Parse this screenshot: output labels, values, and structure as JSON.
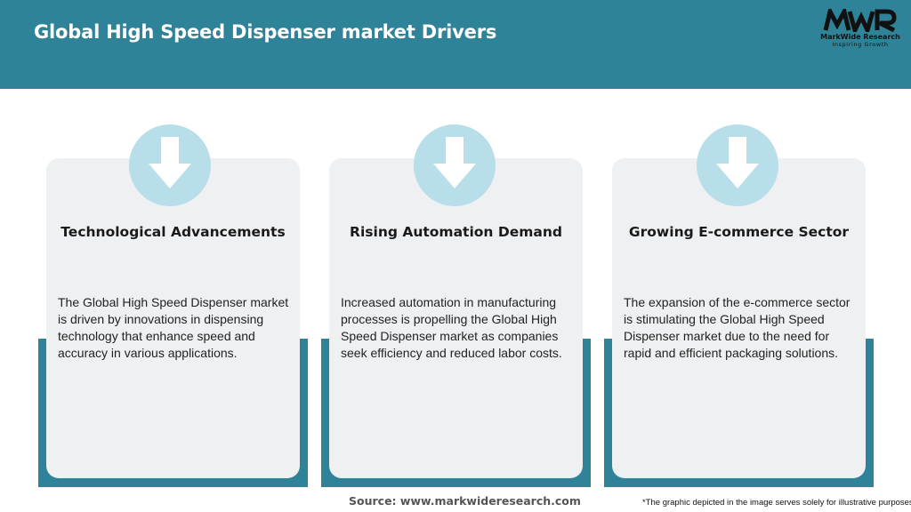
{
  "header": {
    "title": "Global High Speed Dispenser market Drivers",
    "background_color": "#2f8399"
  },
  "logo": {
    "mark": "MWR",
    "name": "MarkWide Research",
    "tagline": "Inspiring Growth",
    "icon": "mwr-logo-icon"
  },
  "cards": [
    {
      "title": "Technological Advancements",
      "text": "The Global High Speed Dispenser market is driven by innovations in dispensing technology that enhance speed and accuracy in various applications.",
      "icon": "arrow-down-icon"
    },
    {
      "title": "Rising Automation Demand",
      "text": "Increased automation in manufacturing processes is propelling the Global High Speed Dispenser market as companies seek efficiency and reduced labor costs.",
      "icon": "arrow-down-icon"
    },
    {
      "title": "Growing E-commerce Sector",
      "text": "The expansion of the e-commerce sector is stimulating the Global High Speed Dispenser market due to the need for rapid and efficient packaging solutions.",
      "icon": "arrow-down-icon"
    }
  ],
  "colors": {
    "accent": "#2f8399",
    "circle": "#b7dee9",
    "card_background": "#eef0f2"
  },
  "footer": {
    "source": "Source: www.markwideresearch.com",
    "disclaimer": "*The graphic depicted in the image serves solely for illustrative purposes"
  }
}
